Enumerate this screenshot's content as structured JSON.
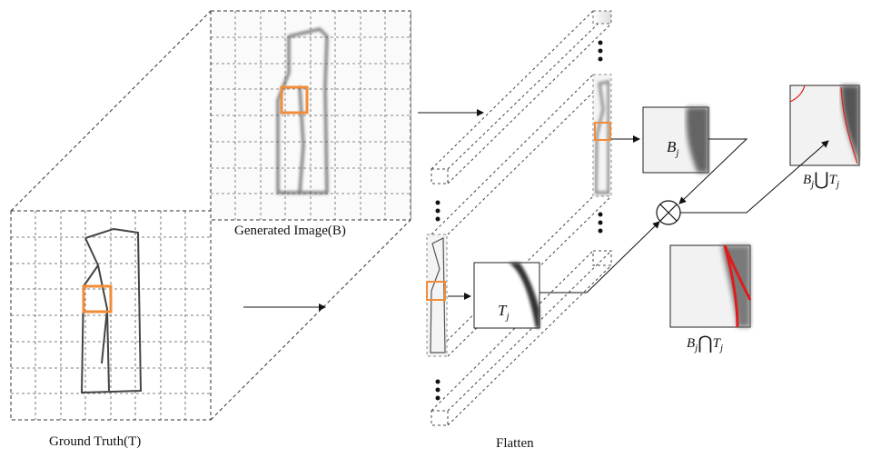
{
  "captions": {
    "generated": "Generated Image(B)",
    "ground_truth": "Ground Truth(T)",
    "flatten": "Flatten"
  },
  "patches": {
    "b_symbol": "B",
    "t_symbol": "T",
    "subscript": "j"
  },
  "set_ops": {
    "union_symbol": "⋃",
    "intersection_symbol": "⋂"
  },
  "colors": {
    "highlight": "#f28c38",
    "overlap_contour": "#e01b1b",
    "grid": "#555555",
    "stroke": "#222222"
  }
}
